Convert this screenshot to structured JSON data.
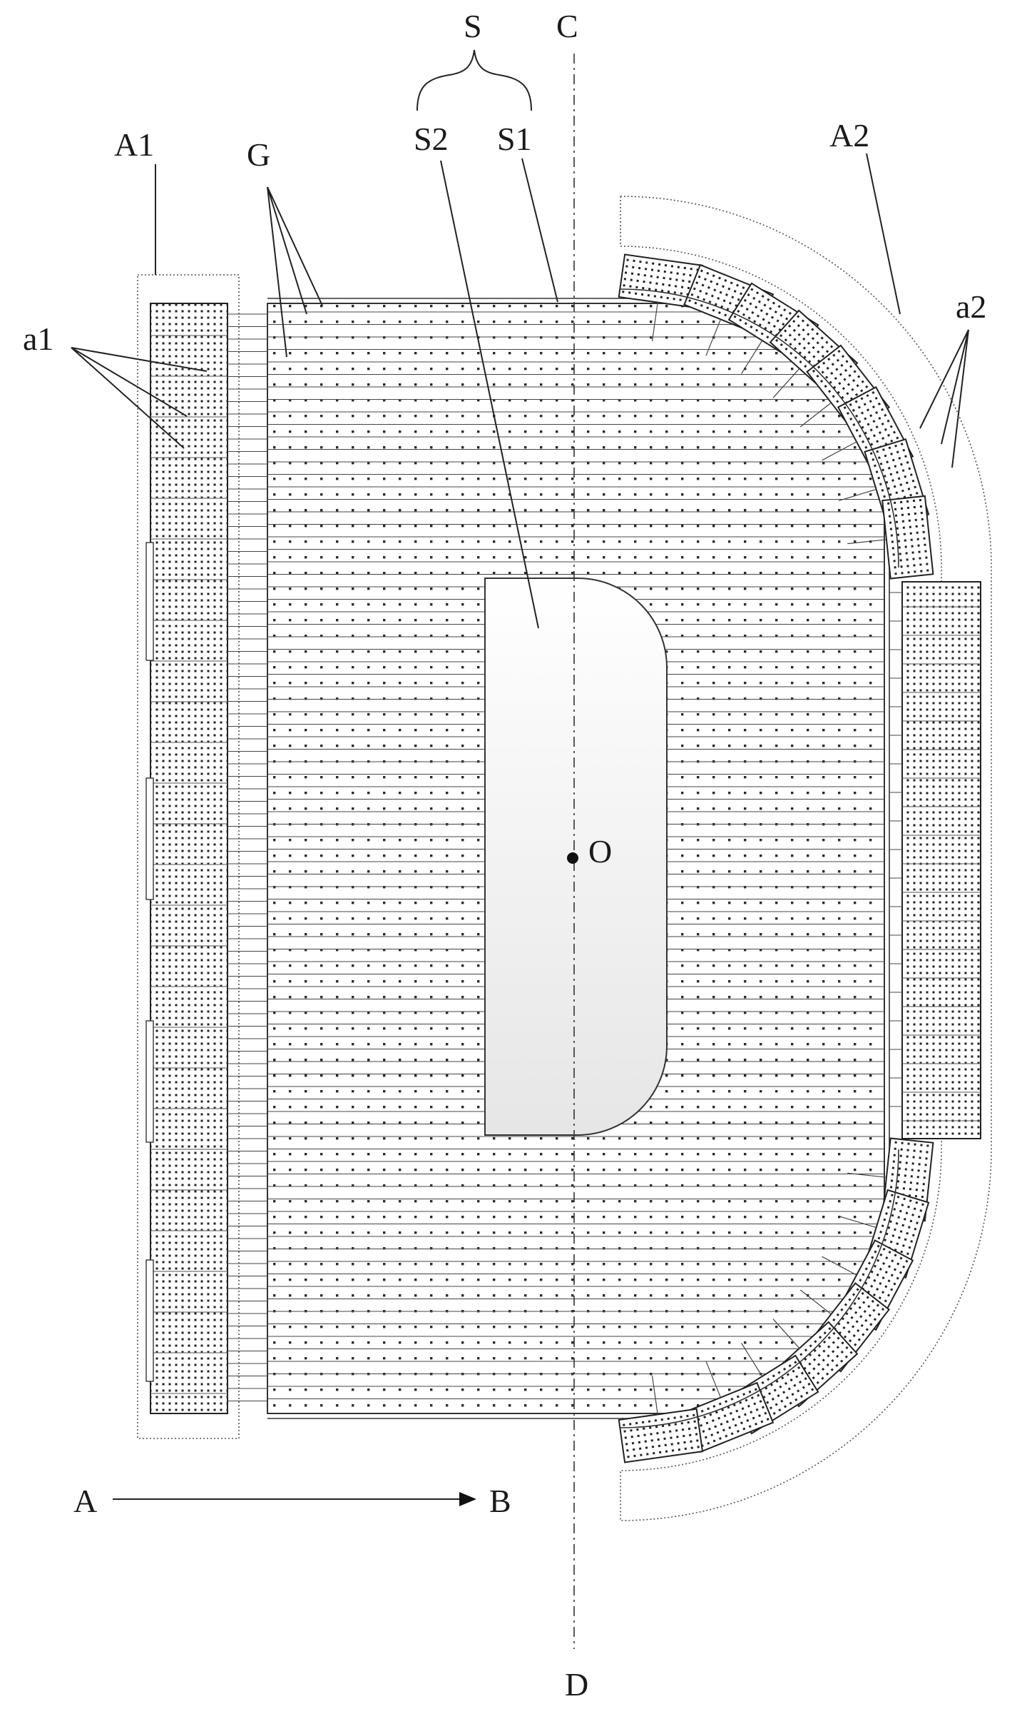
{
  "labels": {
    "S": "S",
    "S1": "S1",
    "S2": "S2",
    "C": "C",
    "D": "D",
    "O": "O",
    "A": "A",
    "B": "B",
    "A1": "A1",
    "A2": "A2",
    "a1": "a1",
    "a2": "a2",
    "G": "G"
  },
  "colors": {
    "line": "#333333",
    "dot": "#2a2a2a",
    "pad_fill": "#ffffff",
    "opening_fill": "#f0f0f0"
  }
}
